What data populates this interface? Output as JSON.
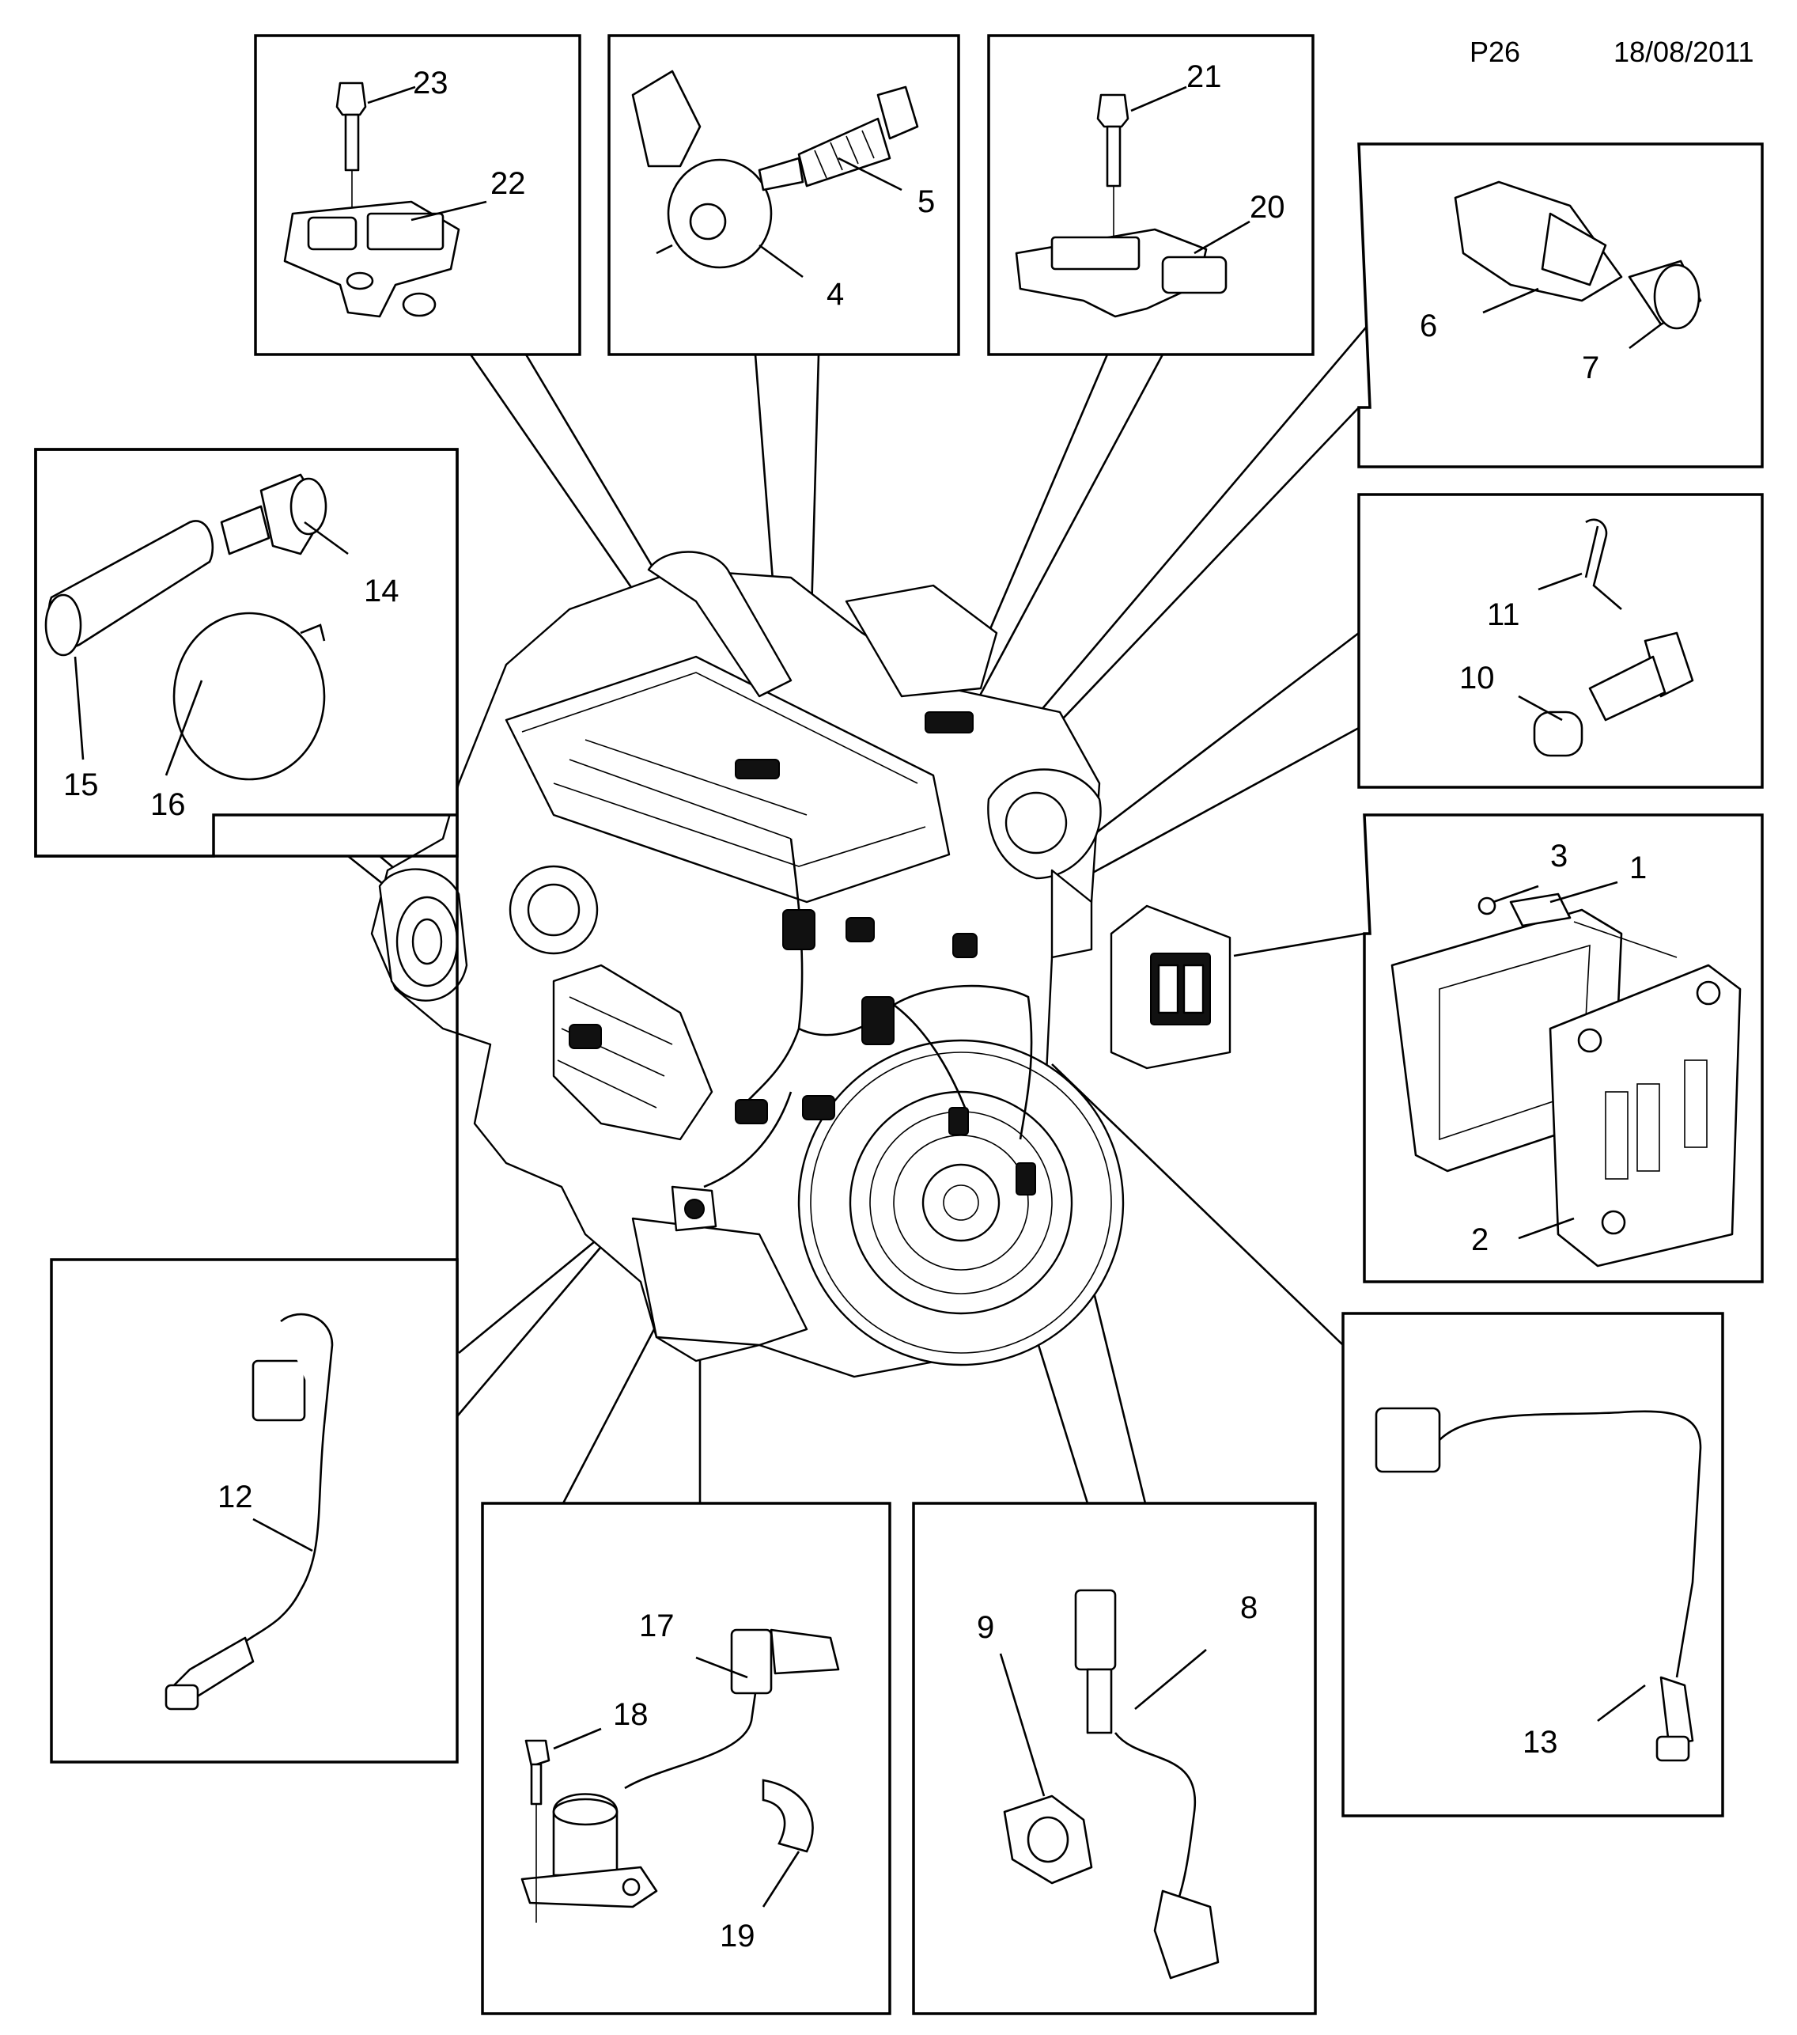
{
  "header": {
    "page": "P26",
    "date": "18/08/2011"
  },
  "callouts": {
    "c1": "1",
    "c2": "2",
    "c3": "3",
    "c4": "4",
    "c5": "5",
    "c6": "6",
    "c7": "7",
    "c8": "8",
    "c9": "9",
    "c10": "10",
    "c11": "11",
    "c12": "12",
    "c13": "13",
    "c14": "14",
    "c15": "15",
    "c16": "16",
    "c17": "17",
    "c18": "18",
    "c19": "19",
    "c20": "20",
    "c21": "21",
    "c22": "22",
    "c23": "23"
  }
}
